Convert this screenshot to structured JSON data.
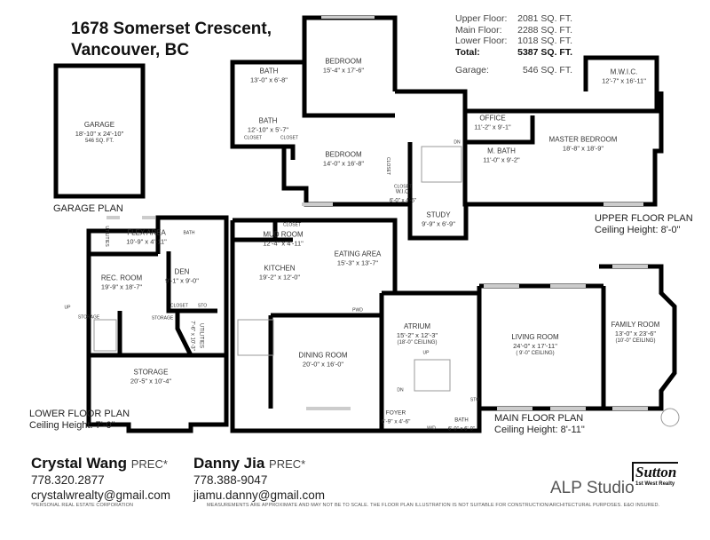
{
  "address": {
    "line1": "1678 Somerset Crescent,",
    "line2": "Vancouver, BC"
  },
  "areas": [
    {
      "label": "Upper Floor:",
      "value": "2081 SQ. FT."
    },
    {
      "label": "Main Floor:",
      "value": "2288 SQ. FT."
    },
    {
      "label": "Lower Floor:",
      "value": "1018 SQ. FT."
    },
    {
      "label": "Total:",
      "value": "5387 SQ. FT."
    },
    {
      "label": "Garage:",
      "value": "546 SQ. FT."
    }
  ],
  "garage": {
    "name": "GARAGE",
    "dims": "18'-10\" x 24'-10\"",
    "area": "546 SQ. FT.",
    "plan_title": "GARAGE PLAN"
  },
  "upper": {
    "plan_title": "UPPER FLOOR PLAN",
    "ceiling": "Ceiling Height: 8'-0\"",
    "rooms": [
      {
        "name": "BEDROOM",
        "dims": "15'-4\" x 17'-6\""
      },
      {
        "name": "BATH",
        "dims": "13'-0\" x 6'-8\""
      },
      {
        "name": "BATH",
        "dims": "12'-10\" x 5'-7\""
      },
      {
        "name": "BEDROOM",
        "dims": "14'-0\" x 16'-8\""
      },
      {
        "name": "W.I.C.",
        "dims": "6'-0\" x 4'-5\""
      },
      {
        "name": "STUDY",
        "dims": "9'-9\" x 6'-9\""
      },
      {
        "name": "OFFICE",
        "dims": "11'-2\" x 9'-1\""
      },
      {
        "name": "M. BATH",
        "dims": "11'-0\" x 9'-2\""
      },
      {
        "name": "MASTER BEDROOM",
        "dims": "18'-8\" x 18'-9\""
      },
      {
        "name": "M.W.I.C.",
        "dims": "12'-7\" x 16'-11\""
      }
    ],
    "closet": "CLOSET",
    "dn": "DN"
  },
  "lower": {
    "plan_title": "LOWER FLOOR PLAN",
    "ceiling": "Ceiling Height: 7'-0\"",
    "rooms": [
      {
        "name": "FLEX AREA",
        "dims": "10'-9\" x 4'-11\""
      },
      {
        "name": "REC. ROOM",
        "dims": "19'-9\" x 18'-7\""
      },
      {
        "name": "DEN",
        "dims": "9'-1\" x 9'-0\""
      },
      {
        "name": "STORAGE",
        "dims": "20'-5\" x 10'-4\""
      },
      {
        "name": "UTILITIES",
        "dims": "7'-6\" x 10'-3\""
      }
    ],
    "utilities": "UTILITIES",
    "bath": "BATH",
    "closet": "CLOSET",
    "sto": "STO",
    "storage": "STORAGE",
    "up": "UP"
  },
  "main": {
    "plan_title": "MAIN FLOOR PLAN",
    "ceiling": "Ceiling Height: 8'-11\"",
    "rooms": [
      {
        "name": "MUD ROOM",
        "dims": "12'-4\" x 4'-11\""
      },
      {
        "name": "EATING AREA",
        "dims": "15'-3\" x 13'-7\""
      },
      {
        "name": "KITCHEN",
        "dims": "19'-2\" x 12'-0\""
      },
      {
        "name": "DINING ROOM",
        "dims": "20'-0\" x 16'-0\""
      },
      {
        "name": "ATRIUM",
        "dims": "15'-2\" x 12'-3\"",
        "ceiling": "(18'-0\" CEILING)"
      },
      {
        "name": "LIVING ROOM",
        "dims": "24'-0\" x 17'-11\"",
        "ceiling": "( 9'-0\" CEILING)"
      },
      {
        "name": "FAMILY ROOM",
        "dims": "13'-0\" x 23'-6\"",
        "ceiling": "(10'-0\" CEILING)"
      },
      {
        "name": "FOYER",
        "dims": "6'-9\" x 4'-6\""
      },
      {
        "name": "BATH",
        "dims": "6'-0\" x 6'-0\""
      }
    ],
    "closet": "CLOSET",
    "pwd": "PWD",
    "wd": "W/D",
    "sto": "STO",
    "up": "UP",
    "dn": "DN"
  },
  "agents": [
    {
      "name": "Crystal Wang",
      "designation": "PREC*",
      "phone": "778.320.2877",
      "email": "crystalwrealty@gmail.com",
      "note": "*PERSONAL REAL ESTATE CORPORATION"
    },
    {
      "name": "Danny Jia",
      "designation": "PREC*",
      "phone": "778.388-9047",
      "email": "jiamu.danny@gmail.com"
    }
  ],
  "studio": "ALP Studio",
  "brokerage": {
    "logo": "Sutton",
    "sub": "1st West Realty"
  },
  "disclaimer": "MEASUREMENTS ARE APPROXIMATE AND MAY NOT BE TO SCALE. THE FLOOR PLAN ILLUSTRATION IS NOT SUITABLE FOR CONSTRUCTION/ARCHITECTURAL PURPOSES. E&O INSURED."
}
